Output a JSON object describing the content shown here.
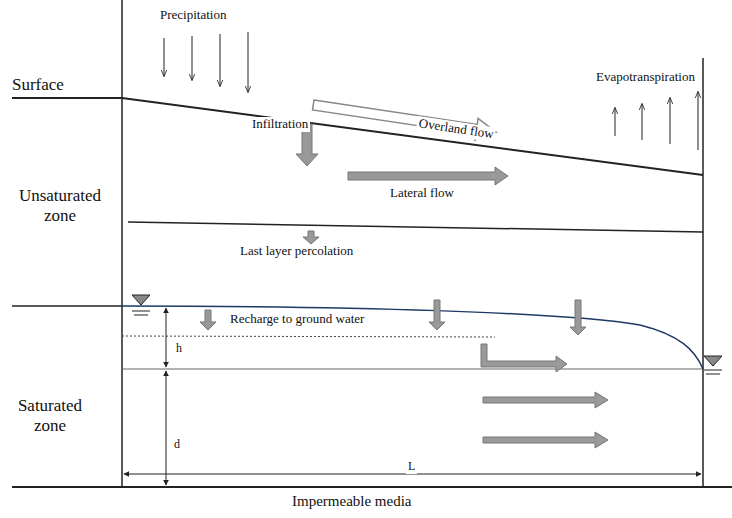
{
  "diagram": {
    "labels": [
      "Precipitation",
      "Surface",
      "Evapotranspiration",
      "Infiltration",
      "Overland flow",
      "Unsaturated zone",
      "Lateral flow",
      "Last layer percolation",
      "Recharge to ground water",
      "h",
      "Saturated zone",
      "d",
      "L",
      "Impermeable media"
    ]
  }
}
